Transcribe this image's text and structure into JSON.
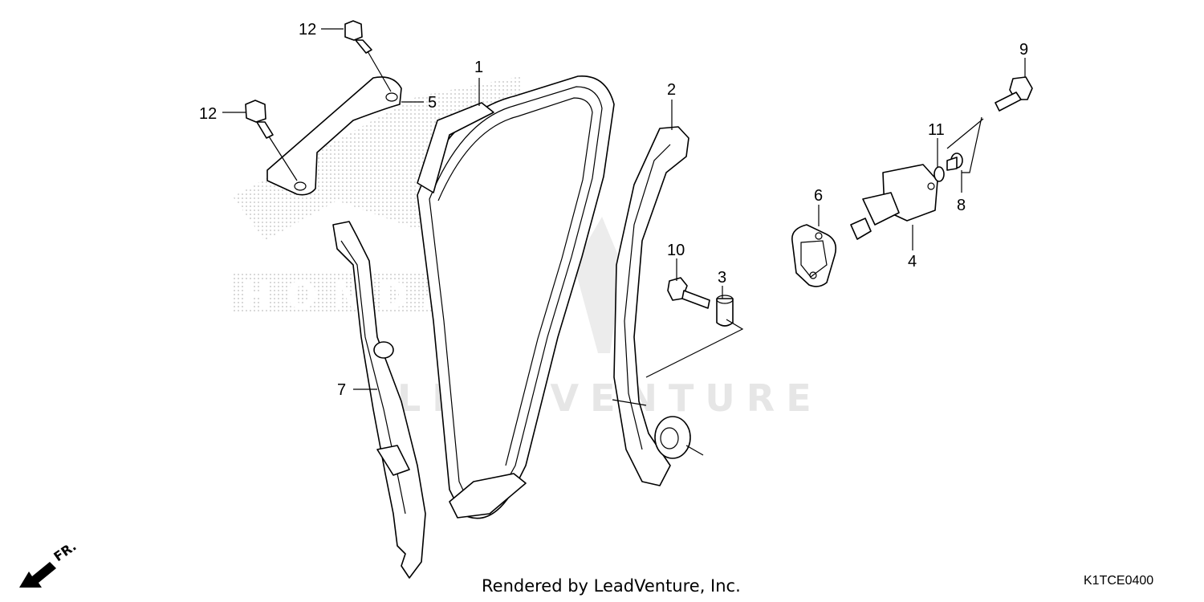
{
  "diagram": {
    "callouts": {
      "c1": "1",
      "c2": "2",
      "c3": "3",
      "c4": "4",
      "c5": "5",
      "c6": "6",
      "c7": "7",
      "c8": "8",
      "c9": "9",
      "c10": "10",
      "c11": "11",
      "c12a": "12",
      "c12b": "12"
    },
    "direction_label": "FR.",
    "watermark_brand": "HONDA",
    "watermark_vendor": "LEADVENTURE"
  },
  "footer": {
    "credit": "Rendered by LeadVenture, Inc.",
    "code": "K1TCE0400"
  },
  "icons": {
    "direction": "arrow-down-left-icon",
    "watermark": "wing-logo-icon"
  },
  "colors": {
    "line": "#000000",
    "watermark": "#e6e6e6",
    "background": "#ffffff"
  }
}
